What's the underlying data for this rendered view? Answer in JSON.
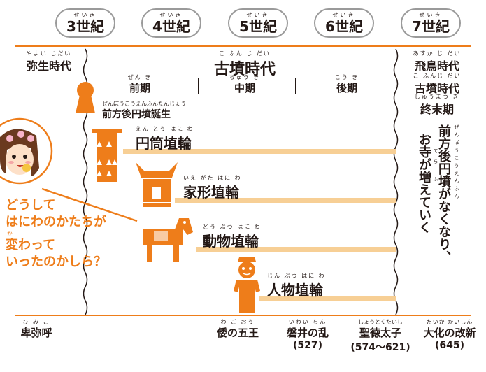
{
  "centuries": [
    {
      "ruby": "せいき",
      "label": "3世紀"
    },
    {
      "ruby": "せいき",
      "label": "4世紀"
    },
    {
      "ruby": "せいき",
      "label": "5世紀"
    },
    {
      "ruby": "せいき",
      "label": "6世紀"
    },
    {
      "ruby": "せいき",
      "label": "7世紀"
    }
  ],
  "eras": {
    "yayoi": {
      "ruby": "やよい じだい",
      "label": "弥生時代"
    },
    "kofun": {
      "ruby": "こ ふん じ だい",
      "label": "古墳時代"
    },
    "asuka": {
      "ruby": "あすか じ だい",
      "label": "飛鳥時代"
    },
    "kofun_right": {
      "ruby": "こ ふんじ だい",
      "label": "古墳時代"
    },
    "shumatsuki": {
      "ruby": "しゅうまつ き",
      "label": "終末期"
    }
  },
  "phases": [
    {
      "ruby": "ぜん き",
      "label": "前期"
    },
    {
      "ruby": "ちゅう き",
      "label": "中期"
    },
    {
      "ruby": "こう き",
      "label": "後期"
    }
  ],
  "zenpo": {
    "ruby": "ぜんぽうこうえんふんたんじょう",
    "label": "前方後円墳誕生"
  },
  "haniwa": [
    {
      "ruby": "えん とう はに わ",
      "label": "円筒埴輪"
    },
    {
      "ruby": "いえ がた はに わ",
      "label": "家形埴輪"
    },
    {
      "ruby": "どう ぶつ はに わ",
      "label": "動物埴輪"
    },
    {
      "ruby": "じん ぶつ はに わ",
      "label": "人物埴輪"
    }
  ],
  "vertical_text": {
    "col1": "前方後円墳がなくなり、",
    "col2": "お寺が増えていく",
    "ruby1": "ぜんぽうこうえんふん",
    "ruby2": "てら  ふ"
  },
  "question": {
    "ruby": "か",
    "lines": [
      "どうして",
      "はにわのかたちが",
      "変わって",
      "いったのかしら？"
    ]
  },
  "events": [
    {
      "ruby": "ひ み こ",
      "label": "卑弥呼",
      "year": ""
    },
    {
      "ruby": "わ  ご おう",
      "label": "倭の五王",
      "year": ""
    },
    {
      "ruby": "いわい  らん",
      "label": "磐井の乱",
      "year": "(527)"
    },
    {
      "ruby": "しょうとくたいし",
      "label": "聖徳太子",
      "year": "(574〜621)"
    },
    {
      "ruby": "たいか  かいしん",
      "label": "大化の改新",
      "year": "(645)"
    }
  ],
  "colors": {
    "orange": "#ee7d1a",
    "bar": "#f7cf95",
    "line": "#ee7d1a",
    "pill_border": "#9a9a9a"
  }
}
